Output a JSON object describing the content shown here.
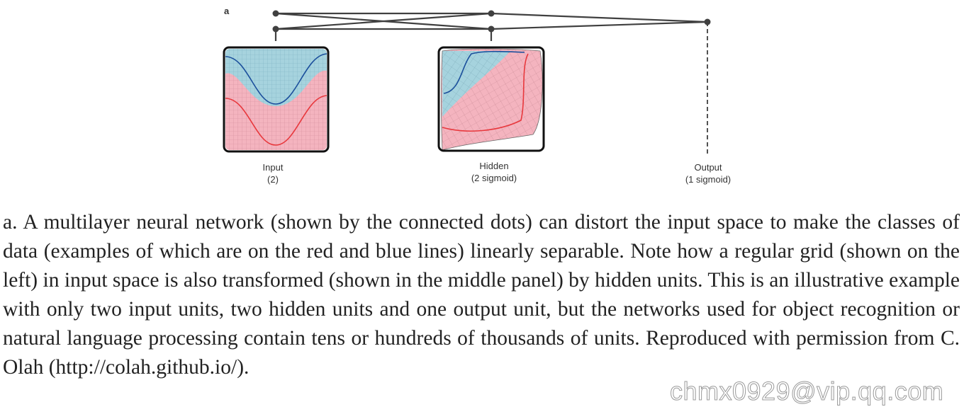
{
  "figure": {
    "panel_letter": "a",
    "input_label": "Input",
    "input_sub": "(2)",
    "hidden_label": "Hidden",
    "hidden_sub": "(2 sigmoid)",
    "output_label": "Output",
    "output_sub": "(1 sigmoid)",
    "colors": {
      "blue_region": "#a6d3de",
      "red_region": "#f4b4bf",
      "blue_line": "#1b4f9c",
      "red_line": "#e8383d",
      "network": "#404040"
    }
  },
  "caption": "a. A multilayer neural network (shown by the connected dots) can distort the input space to make the classes of data (examples of which are on the red and blue lines) linearly separable. Note how a regular grid (shown on the left) in input space is also transformed (shown in the middle panel) by hidden units. This is an illustrative example with only two input units, two hidden units and one output unit, but the networks used for object recognition or natural language processing contain tens or hundreds of thousands of units. Reproduced with permission from C. Olah (http://colah.github.io/).",
  "watermark": "chmx0929@vip.qq.com"
}
